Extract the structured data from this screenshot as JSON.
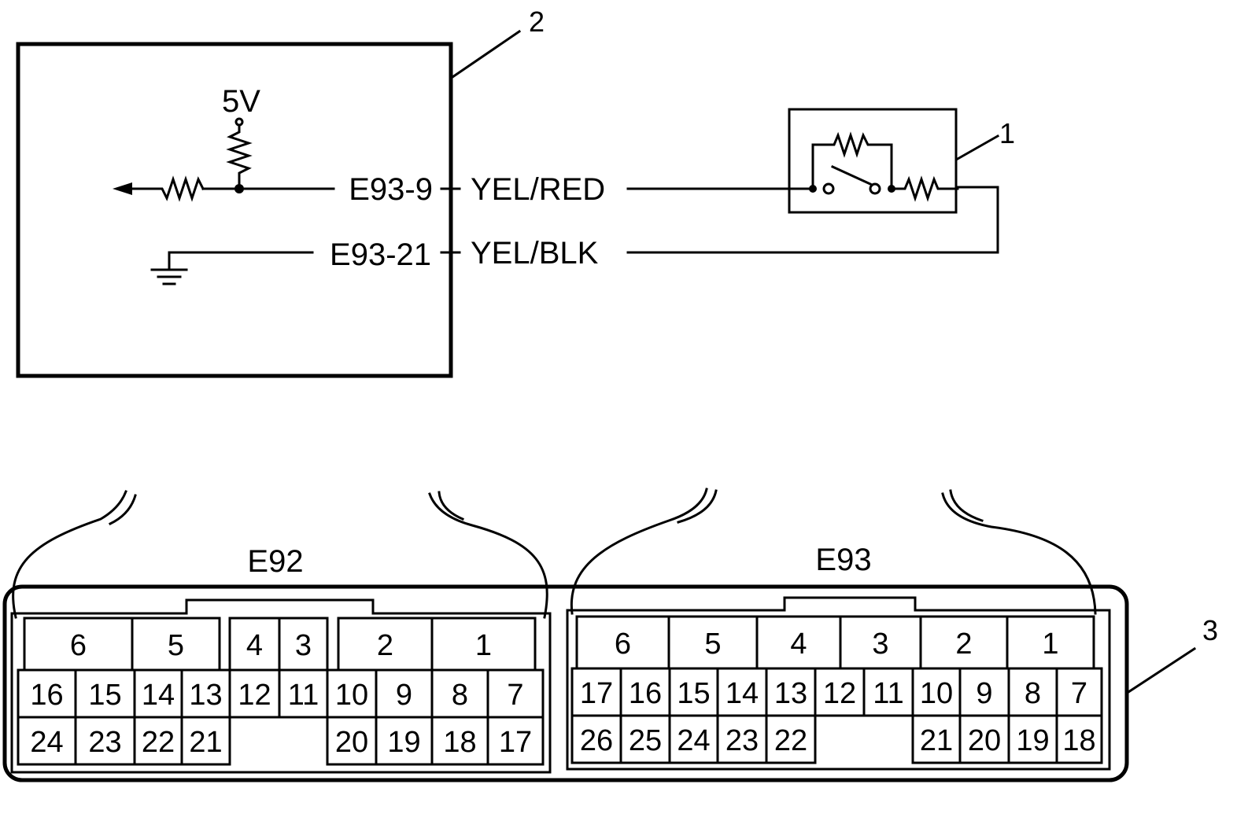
{
  "callouts": {
    "switch": "1",
    "module": "2",
    "connector_body": "3"
  },
  "module": {
    "supply_label": "5V"
  },
  "wires": [
    {
      "terminal": "E93-9",
      "color": "YEL/RED"
    },
    {
      "terminal": "E93-21",
      "color": "YEL/BLK"
    }
  ],
  "connectors": [
    {
      "name": "E92",
      "groups": [
        "6",
        "5",
        "4",
        "3",
        "2",
        "1"
      ],
      "row1": [
        "16",
        "15",
        "14",
        "13",
        "12",
        "11",
        "10",
        "9",
        "8",
        "7"
      ],
      "row2": [
        "24",
        "23",
        "22",
        "21",
        "20",
        "19",
        "18",
        "17"
      ]
    },
    {
      "name": "E93",
      "groups": [
        "6",
        "5",
        "4",
        "3",
        "2",
        "1"
      ],
      "row1": [
        "17",
        "16",
        "15",
        "14",
        "13",
        "12",
        "11",
        "10",
        "9",
        "8",
        "7"
      ],
      "row2": [
        "26",
        "25",
        "24",
        "23",
        "22",
        "21",
        "20",
        "19",
        "18"
      ]
    }
  ]
}
